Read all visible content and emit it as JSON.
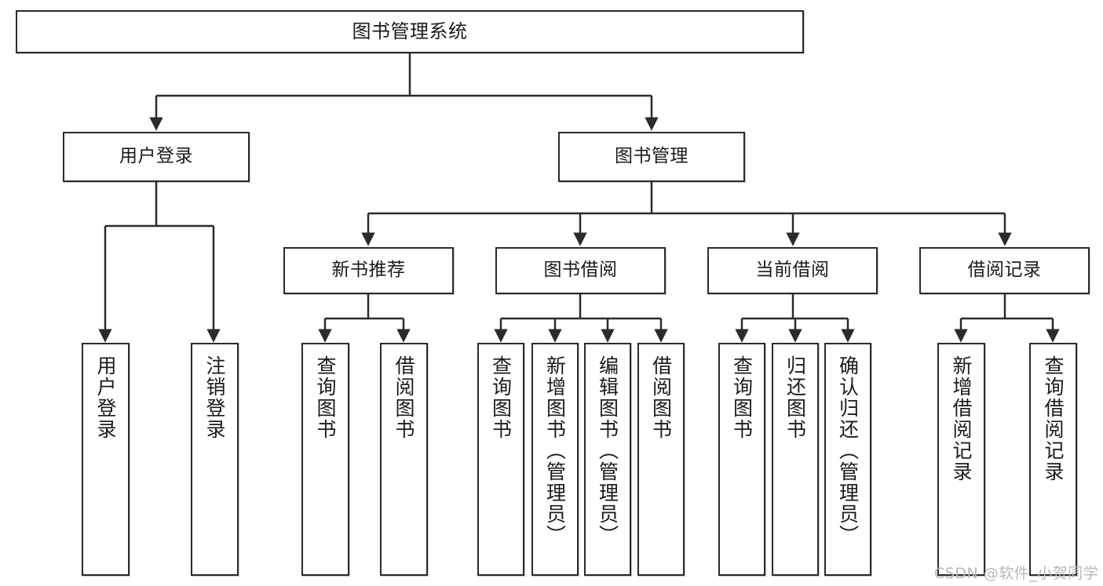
{
  "diagram": {
    "title": "图书管理系统",
    "type": "tree-hierarchy",
    "orientation": "top-down",
    "levels": 4
  },
  "nodes": {
    "root": {
      "label": "图书管理系统"
    },
    "level2": [
      {
        "id": "user-login",
        "label": "用户登录"
      },
      {
        "id": "book-management",
        "label": "图书管理"
      }
    ],
    "level3": [
      {
        "id": "new-book-recommend",
        "label": "新书推荐"
      },
      {
        "id": "book-borrow",
        "label": "图书借阅"
      },
      {
        "id": "current-borrow",
        "label": "当前借阅"
      },
      {
        "id": "borrow-record",
        "label": "借阅记录"
      }
    ],
    "leaves": {
      "user_login": [
        {
          "id": "leaf-user-login",
          "label": "用户登录"
        },
        {
          "id": "leaf-logout-login",
          "label": "注销登录"
        }
      ],
      "new_book_recommend": [
        {
          "id": "leaf-query-book-1",
          "label": "查询图书"
        },
        {
          "id": "leaf-borrow-book-1",
          "label": "借阅图书"
        }
      ],
      "book_borrow": [
        {
          "id": "leaf-query-book-2",
          "label": "查询图书"
        },
        {
          "id": "leaf-add-book",
          "label": "新增图书（管理员）"
        },
        {
          "id": "leaf-edit-book",
          "label": "编辑图书（管理员）"
        },
        {
          "id": "leaf-borrow-book-2",
          "label": "借阅图书"
        }
      ],
      "current_borrow": [
        {
          "id": "leaf-query-book-3",
          "label": "查询图书"
        },
        {
          "id": "leaf-return-book",
          "label": "归还图书"
        },
        {
          "id": "leaf-confirm-return",
          "label": "确认归还（管理员）"
        }
      ],
      "borrow_record": [
        {
          "id": "leaf-add-record",
          "label": "新增借阅记录"
        },
        {
          "id": "leaf-query-record",
          "label": "查询借阅记录"
        }
      ]
    }
  },
  "watermark": {
    "text": "CSDN @软件_小贺同学"
  },
  "colors": {
    "stroke": "#2b2b2b",
    "background": "#ffffff",
    "text": "#1b1b1b",
    "watermark": "#b9b9b9"
  }
}
